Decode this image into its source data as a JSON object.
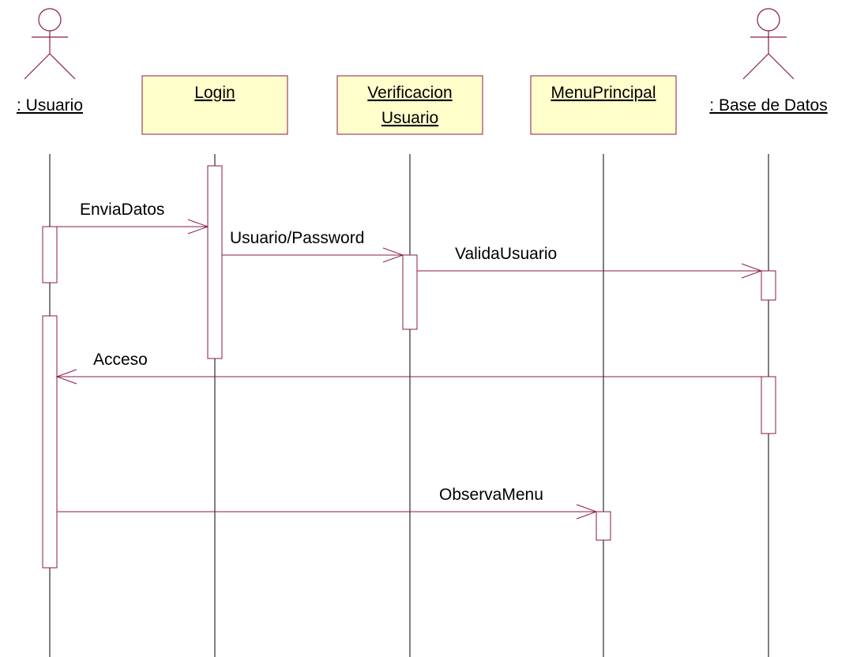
{
  "colors": {
    "line": "#8b1a4a",
    "box_fill": "#ffffcc",
    "text": "#000000",
    "lifeline": "#000000"
  },
  "participants": [
    {
      "id": "usuario",
      "kind": "actor",
      "label": ": Usuario"
    },
    {
      "id": "login",
      "kind": "object",
      "label": "Login"
    },
    {
      "id": "verificacion",
      "kind": "object",
      "label_line1": "Verificacion",
      "label_line2": "Usuario"
    },
    {
      "id": "menu",
      "kind": "object",
      "label": "MenuPrincipal"
    },
    {
      "id": "basedatos",
      "kind": "actor",
      "label": ": Base de Datos"
    }
  ],
  "messages": [
    {
      "label": "EnviaDatos",
      "from": "usuario",
      "to": "login"
    },
    {
      "label": "Usuario/Password",
      "from": "login",
      "to": "verificacion"
    },
    {
      "label": "ValidaUsuario",
      "from": "verificacion",
      "to": "basedatos"
    },
    {
      "label": "Acceso",
      "from": "basedatos",
      "to": "usuario"
    },
    {
      "label": "ObservaMenu",
      "from": "usuario",
      "to": "menu"
    }
  ]
}
